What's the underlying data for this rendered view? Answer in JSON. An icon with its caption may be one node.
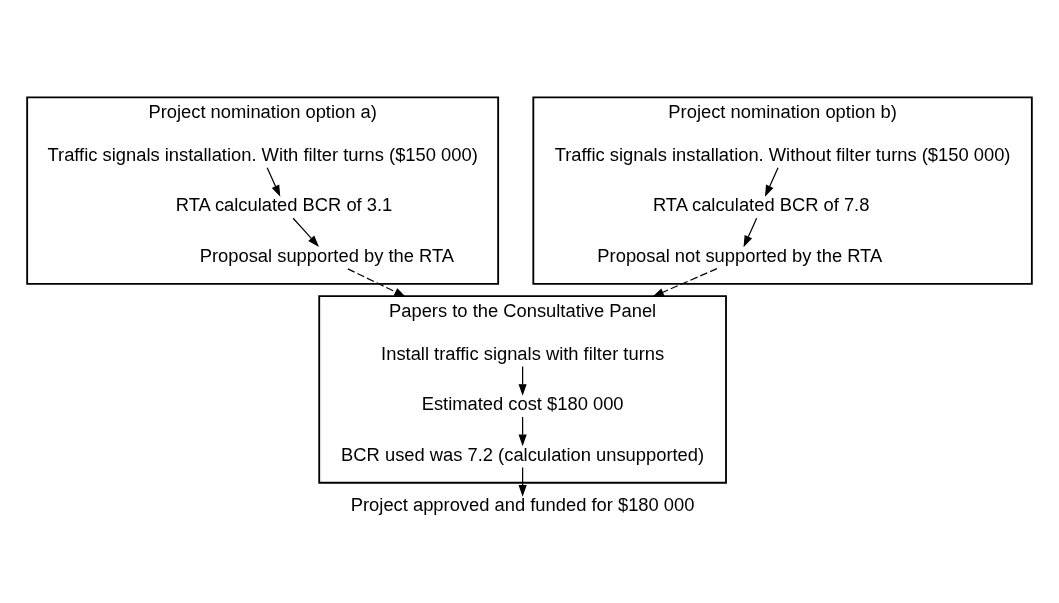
{
  "diagram": {
    "nodes": [
      {
        "text": [
          "Project nomination option a)"
        ]
      },
      {
        "text": [
          "Traffic signals installation. With filter turns ($150 000)"
        ],
        "in": 0
      },
      {
        "text": [
          "RTA calculated BCR of 3.1"
        ],
        "in": 0
      },
      {
        "text": [
          "Proposal supported by the RTA"
        ],
        "in": 0
      },
      {
        "text": [
          "Project nomination option b)"
        ]
      },
      {
        "text": [
          "Traffic signals installation. Without filter turns ($150 000)"
        ],
        "in": 4
      },
      {
        "text": [
          "RTA calculated BCR of 7.8"
        ],
        "in": 4
      },
      {
        "text": [
          "Proposal not supported by the RTA"
        ],
        "in": 4
      },
      {
        "text": [
          "Papers to the Consultative Panel"
        ]
      },
      {
        "text": [
          "Install traffic signals with filter turns"
        ],
        "in": 8
      },
      {
        "text": [
          "Estimated cost $180 000"
        ],
        "in": 8
      },
      {
        "text": [
          "BCR used was 7.2 (calculation unsupported)"
        ],
        "in": 8
      },
      {
        "text": [
          "Project approved and funded for $180 000"
        ]
      }
    ],
    "edges": [
      {
        "from": 1,
        "to": 2,
        "arrow": "to"
      },
      {
        "from": 2,
        "to": 3,
        "arrow": "to"
      },
      {
        "from": 3,
        "to": 8,
        "arrow": "to",
        "style": "dashed"
      },
      {
        "from": 5,
        "to": 6,
        "arrow": "to"
      },
      {
        "from": 6,
        "to": 7,
        "arrow": "to"
      },
      {
        "from": 7,
        "to": 8,
        "arrow": "to",
        "style": "dashed"
      },
      {
        "from": 9,
        "to": 10,
        "arrow": "to"
      },
      {
        "from": 10,
        "to": 11,
        "arrow": "to"
      },
      {
        "from": 11,
        "to": 12,
        "arrow": "to"
      }
    ]
  }
}
